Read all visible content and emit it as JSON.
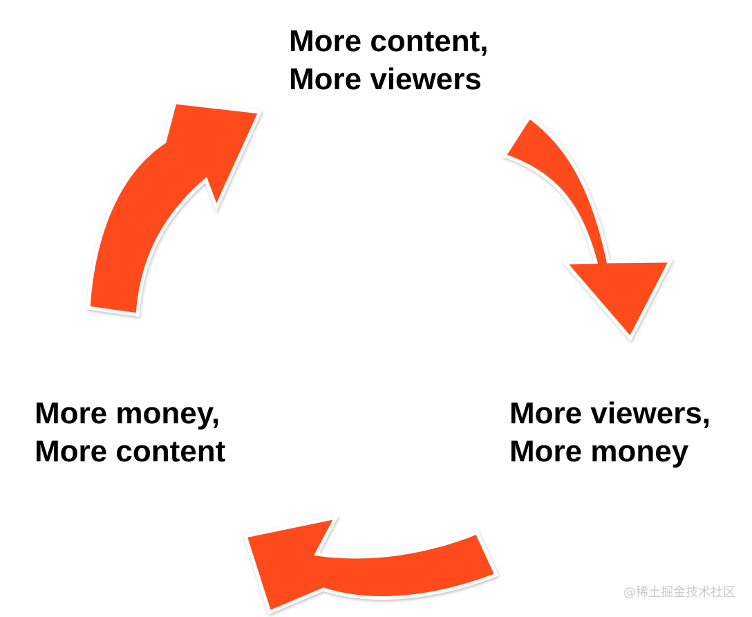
{
  "diagram": {
    "nodes": [
      {
        "id": "top",
        "lines": [
          "More content,",
          "More viewers"
        ]
      },
      {
        "id": "right",
        "lines": [
          "More viewers,",
          "More money"
        ]
      },
      {
        "id": "left",
        "lines": [
          "More money,",
          "More content"
        ]
      }
    ],
    "edges": [
      {
        "from": "top",
        "to": "right"
      },
      {
        "from": "right",
        "to": "left"
      },
      {
        "from": "left",
        "to": "top"
      }
    ],
    "colors": {
      "arrow": "#ff4b1f",
      "text": "#000000",
      "background": "#ffffff"
    }
  },
  "watermark": "@稀土掘金技术社区"
}
